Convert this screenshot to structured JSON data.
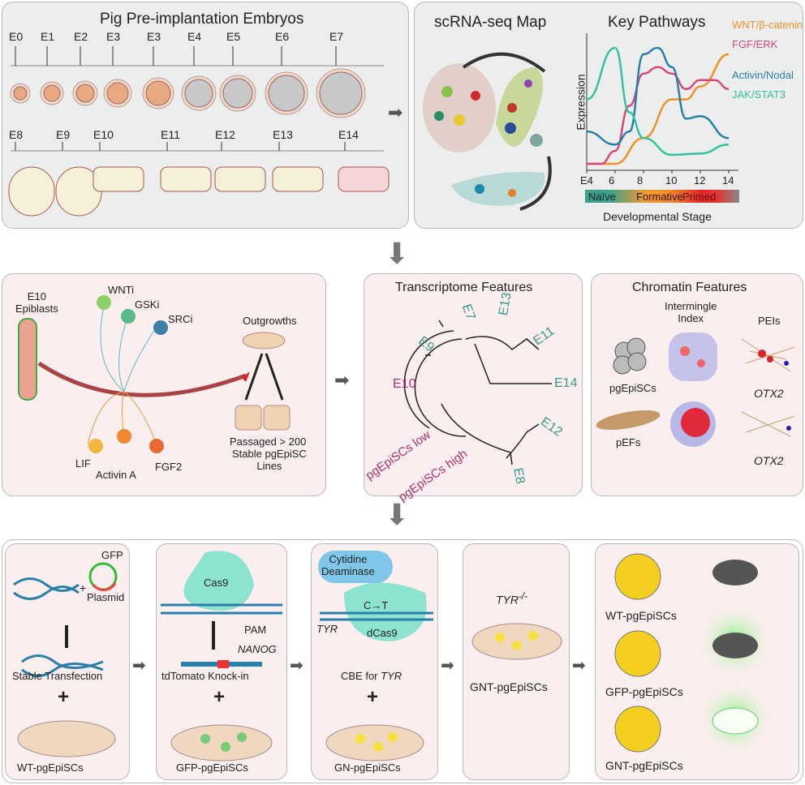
{
  "panel_a": {
    "title": "Pig Pre-implantation Embryos",
    "row1": [
      "E0",
      "E1",
      "E2",
      "E3",
      "E3",
      "E4",
      "E5",
      "E6",
      "E7"
    ],
    "row2": [
      "E8",
      "E9",
      "E10",
      "E11",
      "E12",
      "E13",
      "E14"
    ]
  },
  "panel_b": {
    "map_title": "scRNA-seq Map",
    "pathways_title": "Key Pathways",
    "ylabel": "Expression",
    "xlabel": "Developmental Stage",
    "xticks": [
      "E4",
      "6",
      "8",
      "10",
      "12",
      "14"
    ],
    "stages": [
      "Naïve",
      "Formative",
      "Primed"
    ],
    "series": [
      {
        "name": "WNT/β-catenin",
        "color": "#f0902a",
        "x": [
          4,
          6,
          8,
          10,
          11,
          12,
          14
        ],
        "y": [
          0.05,
          0.05,
          0.25,
          0.55,
          0.55,
          0.65,
          0.9
        ]
      },
      {
        "name": "FGF/ERK",
        "color": "#d9477a",
        "x": [
          4,
          5,
          6,
          7,
          8,
          9,
          10,
          11,
          12,
          13,
          14
        ],
        "y": [
          0.05,
          0.05,
          0.15,
          0.5,
          0.75,
          0.8,
          0.75,
          0.63,
          0.7,
          0.7,
          0.63
        ]
      },
      {
        "name": "Activin/Nodal",
        "color": "#2a7fa8",
        "x": [
          4,
          6,
          7,
          8,
          9,
          10,
          11,
          12,
          14
        ],
        "y": [
          0.3,
          0.2,
          0.3,
          0.9,
          0.95,
          0.8,
          0.4,
          0.42,
          0.25
        ]
      },
      {
        "name": "JAK/STAT3",
        "color": "#35c0a0",
        "x": [
          4,
          6,
          7,
          8,
          10,
          12,
          14
        ],
        "y": [
          0.55,
          0.95,
          0.45,
          0.25,
          0.12,
          0.13,
          0.2
        ]
      }
    ]
  },
  "panel_c": {
    "epiblasts": "E10\nEpiblasts",
    "inhibitors": [
      "WNTi",
      "GSKi",
      "SRCi"
    ],
    "factors": [
      "LIF",
      "Activin A",
      "FGF2"
    ],
    "outgrowths": "Outgrowths",
    "passaged": "Passaged > 200",
    "stable": "Stable pgEpiSC\nLines"
  },
  "panel_d": {
    "title": "Transcriptome Features",
    "teal_labels": [
      "E7",
      "E13",
      "E11",
      "E9",
      "E14",
      "E12",
      "E8"
    ],
    "mag_labels": [
      "E10",
      "pgEpiSCs low",
      "pgEpiSCs high"
    ]
  },
  "panel_e": {
    "title": "Chromatin Features",
    "col1": "Intermingle\nIndex",
    "col2": "PEIs",
    "row1": "pgEpiSCs",
    "row2": "pEFs",
    "gene1": "OTX2",
    "gene2": "OTX2"
  },
  "panel_f": {
    "step1": {
      "gfp": "GFP",
      "plasmid": "Plasmid",
      "label": "Stable Transfection",
      "plus": "+",
      "dish": "WT-pgEpiSCs"
    },
    "step2": {
      "cas9": "Cas9",
      "pam": "PAM",
      "nanog": "NANOG",
      "label": "tdTomato Knock-in",
      "plus": "+",
      "dish": "GFP-pgEpiSCs"
    },
    "step3": {
      "deaminase": "Cytidine\nDeaminase",
      "ct": "C→T",
      "tyr": "TYR",
      "dcas9": "dCas9",
      "label_pre": "CBE for ",
      "label_gene": "TYR",
      "plus": "+",
      "dish": "GN-pgEpiSCs"
    },
    "step4": {
      "tyr": "TYR",
      "sup": "-/-",
      "dish": "GNT-pgEpiSCs"
    },
    "step5": {
      "rows": [
        "WT-pgEpiSCs",
        "GFP-pgEpiSCs",
        "GNT-pgEpiSCs"
      ]
    }
  },
  "colors": {
    "teal": "#3a9a8a",
    "magenta": "#b0306e",
    "arrow": "#555555"
  }
}
